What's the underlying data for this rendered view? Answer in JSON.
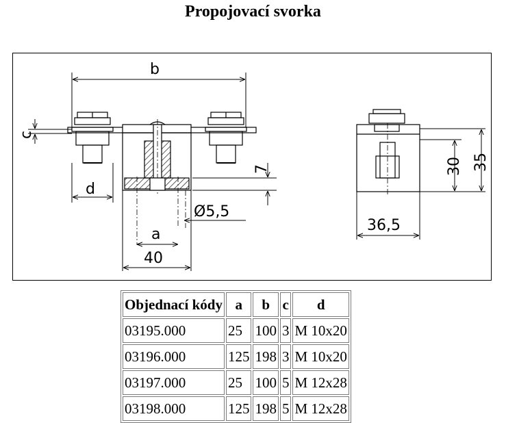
{
  "title": "Propojovací svorka",
  "drawing": {
    "labels": {
      "b": "b",
      "c": "c",
      "d": "d",
      "seven": "7",
      "hole": "Ø5,5",
      "a": "a",
      "forty": "40",
      "thirty": "30",
      "thirtyfive": "35",
      "width": "36,5"
    }
  },
  "table": {
    "headers": [
      "Objednací kódy",
      "a",
      "b",
      "c",
      "d"
    ],
    "rows": [
      [
        "03195.000",
        "25",
        "100",
        "3",
        "M 10x20"
      ],
      [
        "03196.000",
        "125",
        "198",
        "3",
        "M 10x20"
      ],
      [
        "03197.000",
        "25",
        "100",
        "5",
        "M 12x28"
      ],
      [
        "03198.000",
        "125",
        "198",
        "5",
        "M 12x28"
      ]
    ]
  }
}
